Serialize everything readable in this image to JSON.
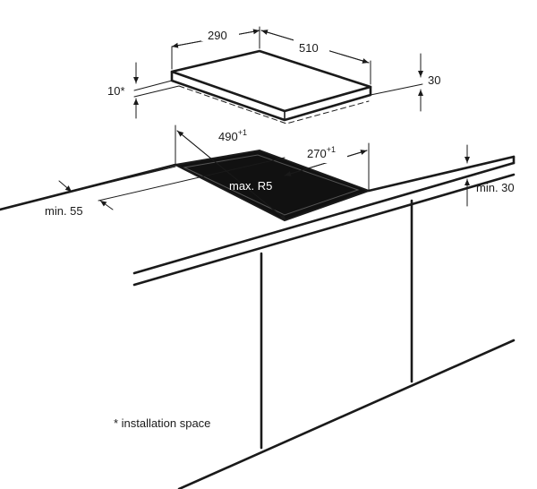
{
  "dimensions": {
    "hob_depth": "290",
    "hob_width": "510",
    "hob_height": "30",
    "hob_underside": "10*",
    "cutout_width": "490",
    "cutout_width_tol": "+1",
    "cutout_depth": "270",
    "cutout_depth_tol": "+1",
    "corner_radius": "max. R5",
    "front_margin": "min. 55",
    "worktop_thickness": "min. 30"
  },
  "footnote": "* installation space",
  "colors": {
    "line": "#1a1a1a",
    "cutout_fill": "#111111",
    "background": "#ffffff"
  }
}
